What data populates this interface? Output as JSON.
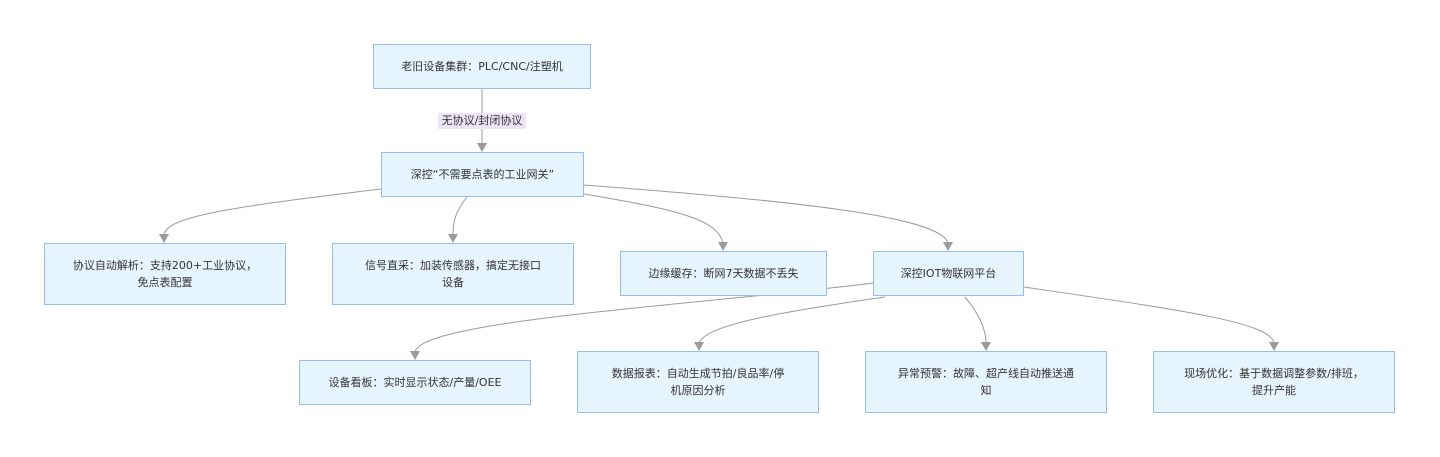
{
  "nodes": {
    "legacy": "老旧设备集群：PLC/CNC/注塑机",
    "gateway": "深控“不需要点表的工业网关”",
    "protocol": "协议自动解析：支持200+工业协议，\n免点表配置",
    "signal": "信号直采：加装传感器，搞定无接口\n设备",
    "cache": "边缘缓存：断网7天数据不丢失",
    "platform": "深控IOT物联网平台",
    "dashboard": "设备看板：实时显示状态/产量/OEE",
    "report": "数据报表：自动生成节拍/良品率/停\n机原因分析",
    "alert": "异常预警：故障、超产线自动推送通\n知",
    "optimize": "现场优化：基于数据调整参数/排班，\n提升产能"
  },
  "edges": [
    {
      "from": "legacy",
      "to": "gateway",
      "label": "无协议/封闭协议"
    },
    {
      "from": "gateway",
      "to": "protocol",
      "label": ""
    },
    {
      "from": "gateway",
      "to": "signal",
      "label": ""
    },
    {
      "from": "gateway",
      "to": "cache",
      "label": ""
    },
    {
      "from": "gateway",
      "to": "platform",
      "label": ""
    },
    {
      "from": "platform",
      "to": "dashboard",
      "label": ""
    },
    {
      "from": "platform",
      "to": "report",
      "label": ""
    },
    {
      "from": "platform",
      "to": "alert",
      "label": ""
    },
    {
      "from": "platform",
      "to": "optimize",
      "label": ""
    }
  ],
  "colors": {
    "node_fill": "#e6f4fb",
    "node_border": "#92bff0",
    "edge": "#9b9b9b",
    "label_bg": "#efe4f7",
    "text": "#333333"
  }
}
